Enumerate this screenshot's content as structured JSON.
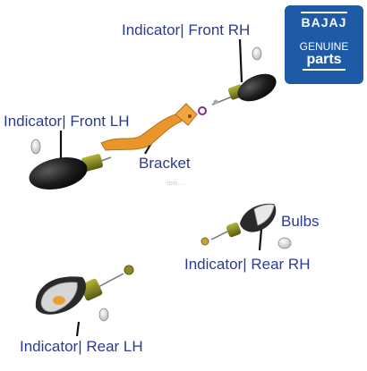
{
  "labels": {
    "front_rh": "Indicator| Front RH",
    "front_lh": "Indicator| Front LH",
    "bracket": "Bracket",
    "bulbs": "Bulbs",
    "rear_rh": "Indicator| Rear RH",
    "rear_lh": "Indicator| Rear LH"
  },
  "logo": {
    "brand": "BAJAJ",
    "line2": "GENUINE",
    "line3": "parts"
  },
  "watermark": "-rpm.....",
  "colors": {
    "label_text": "#2d3b8f",
    "logo_background": "#1f5aa6",
    "bracket_orange": "#e8962a",
    "indicator_body": "#1e1e1e",
    "mount_olive": "#7a7a1c"
  }
}
